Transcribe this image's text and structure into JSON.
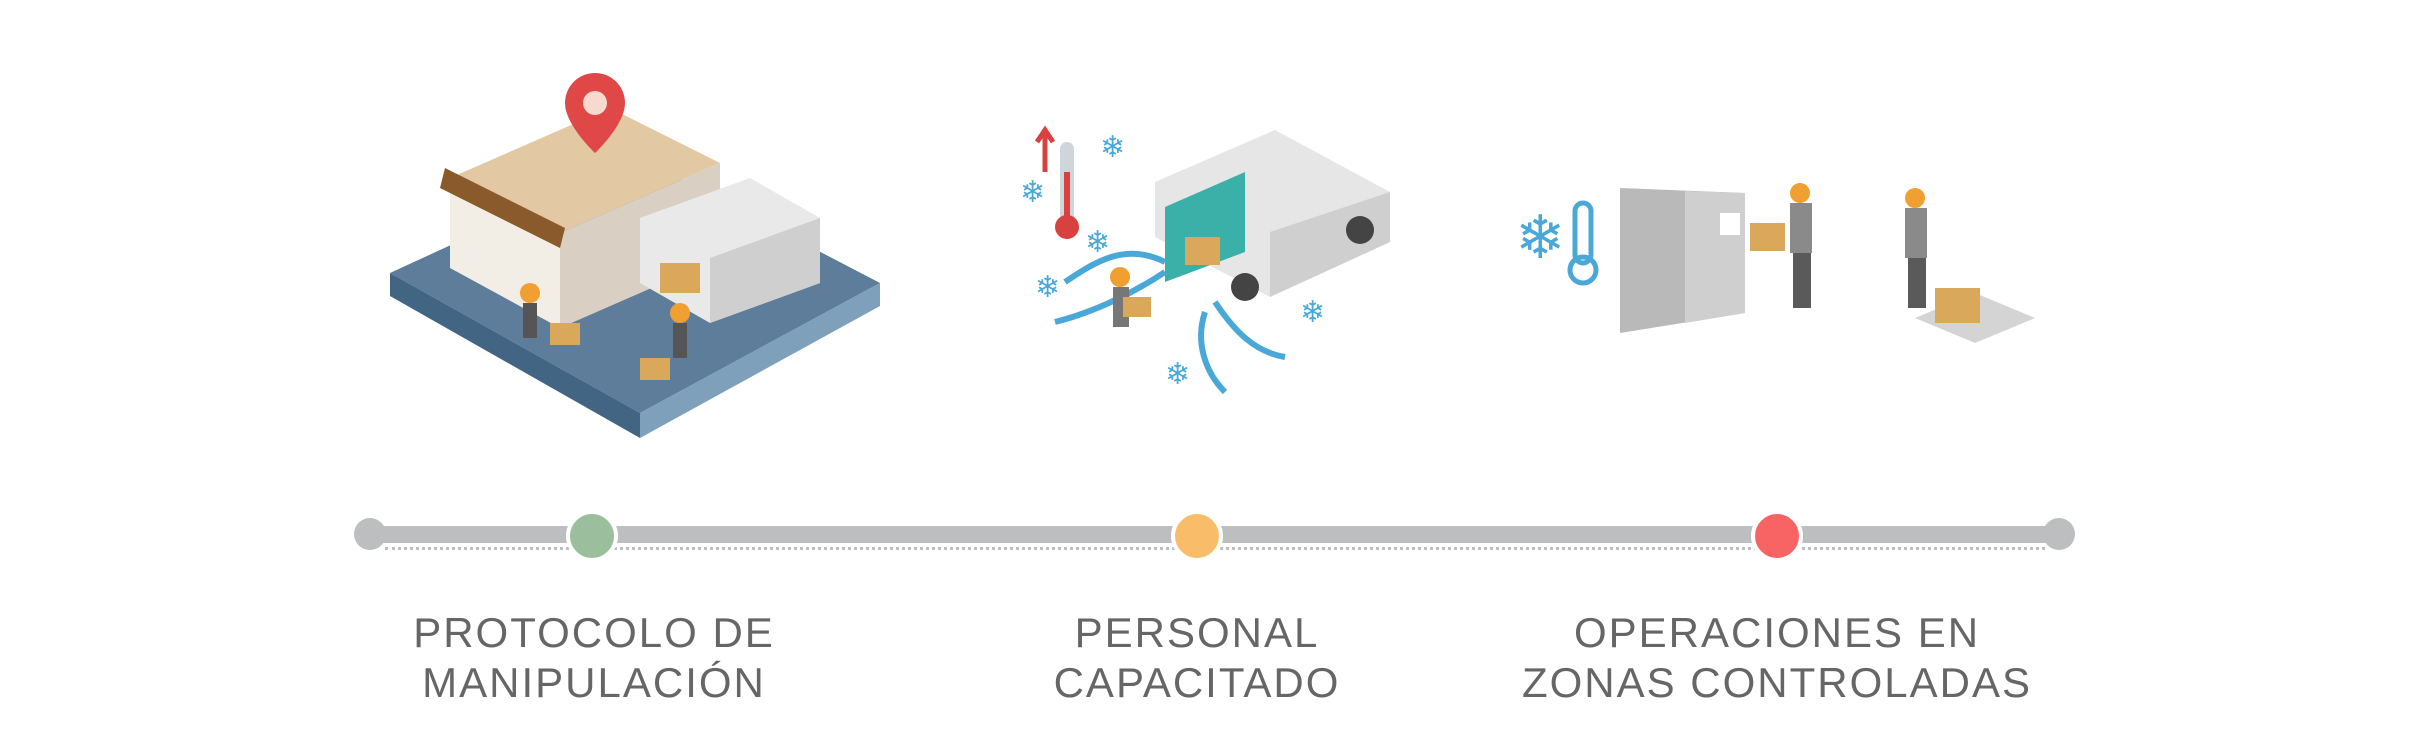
{
  "steps": [
    {
      "label_line1": "PROTOCOLO DE",
      "label_line2": "MANIPULACIÓN",
      "color": "#9bbe9c",
      "icon": "store-delivery-illustration"
    },
    {
      "label_line1": "PERSONAL",
      "label_line2": "CAPACITADO",
      "color": "#f9bd69",
      "icon": "refrigerated-van-illustration"
    },
    {
      "label_line1": "OPERACIONES EN",
      "label_line2": "ZONAS CONTROLADAS",
      "color": "#f86464",
      "icon": "cold-room-workers-illustration"
    }
  ],
  "timeline_color": "#bdbec0"
}
